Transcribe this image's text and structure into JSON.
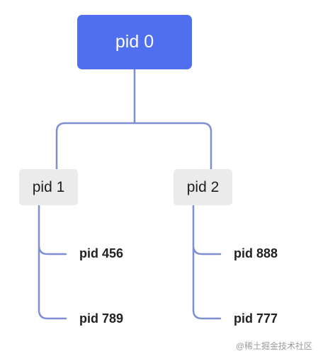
{
  "root": {
    "label": "pid 0"
  },
  "children": [
    {
      "label": "pid 1",
      "leaves": [
        "pid 456",
        "pid 789"
      ]
    },
    {
      "label": "pid 2",
      "leaves": [
        "pid 888",
        "pid 777"
      ]
    }
  ],
  "watermark": {
    "text": "@稀土掘金技术社区"
  },
  "colors": {
    "root_fill": "#4f6ff0",
    "node_fill": "#ebebeb",
    "connector": "#7d8fd2"
  }
}
